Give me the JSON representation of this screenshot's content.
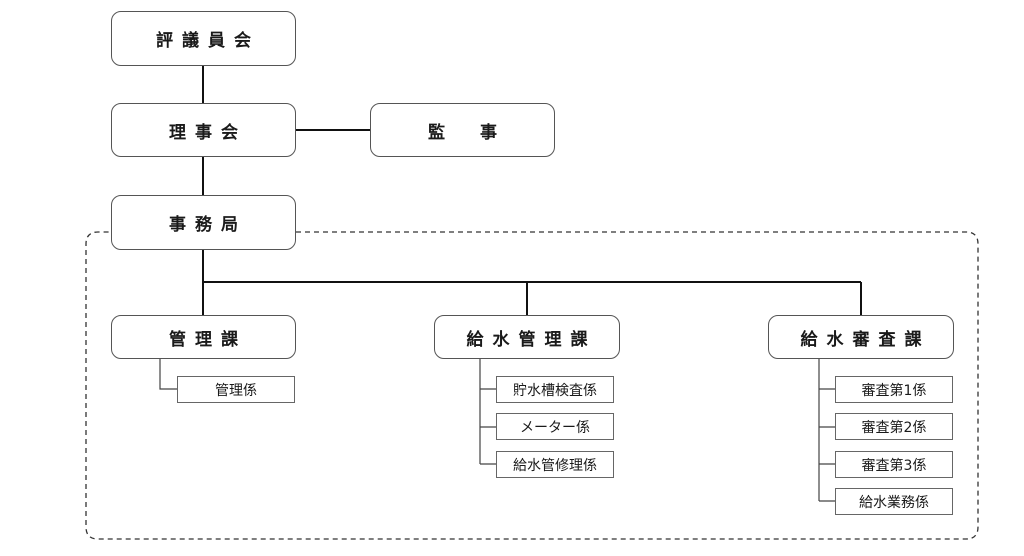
{
  "nodes": {
    "council": "評議員会",
    "board": "理事会",
    "auditor": "監　事",
    "secretariat": "事務局",
    "sections": [
      {
        "name": "管理課",
        "units": [
          "管理係"
        ]
      },
      {
        "name": "給水管理課",
        "units": [
          "貯水槽検査係",
          "メーター係",
          "給水管修理係"
        ]
      },
      {
        "name": "給水審査課",
        "units": [
          "審査第1係",
          "審査第2係",
          "審査第3係",
          "給水業務係"
        ]
      }
    ]
  }
}
